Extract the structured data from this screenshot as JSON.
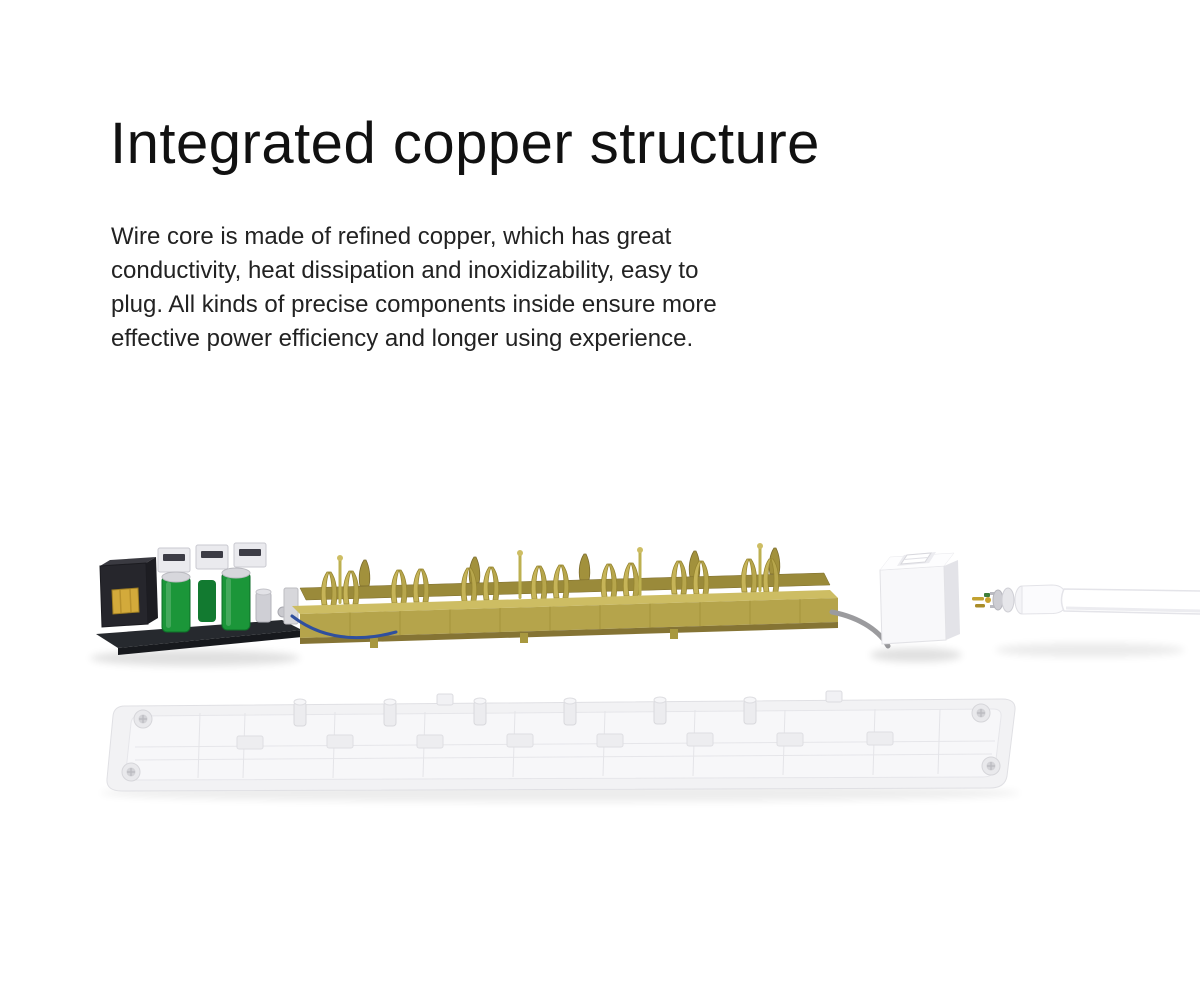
{
  "page": {
    "heading": "Integrated copper structure",
    "body": "Wire core is made of refined copper, which has great conductivity, heat dissipation and inoxidizability, easy to plug. All kinds of precise components inside ensure more effective power efficiency and longer using experience."
  },
  "illustration": {
    "parts": [
      {
        "name": "circuit-board-assembly"
      },
      {
        "name": "usb-ports"
      },
      {
        "name": "electrolytic-capacitors"
      },
      {
        "name": "transformer"
      },
      {
        "name": "copper-busbar"
      },
      {
        "name": "contact-clips"
      },
      {
        "name": "power-switch-module"
      },
      {
        "name": "cable-connector"
      },
      {
        "name": "power-cable"
      },
      {
        "name": "bottom-shell"
      }
    ],
    "colors": {
      "copper": "#b5a44b",
      "copper_dark": "#857434",
      "copper_light": "#cdbd63",
      "capacitor_green": "#1b9639",
      "pcb_dark": "#26292e",
      "transformer_copper": "#d3aa3b",
      "shell_white": "#f2f2f4",
      "cable_white": "#ffffff",
      "wire_blue": "#2f4f9e",
      "wire_gray": "#9b9b9e",
      "switch_white": "#f8f8fa"
    }
  }
}
